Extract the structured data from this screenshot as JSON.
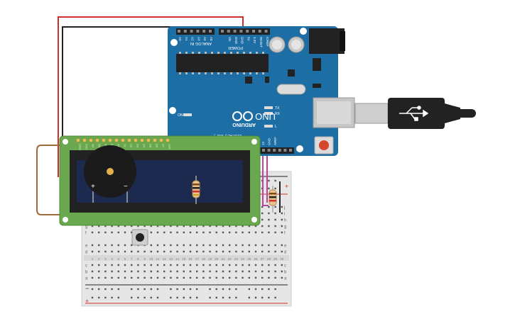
{
  "arduino": {
    "brand": "ARDUINO",
    "model": "UNO",
    "analog_header_label": "ANALOG IN",
    "analog_pins": [
      "A0",
      "A1",
      "A2",
      "A3",
      "A4",
      "A5"
    ],
    "power_header_label": "POWER",
    "power_pins": [
      "Vin",
      "GND",
      "GND",
      "5V",
      "3.3V",
      "RESET",
      "IOREF"
    ],
    "digital_header_label": "DIGITAL (PWM~)",
    "digital_pins_visible": [
      "13",
      "GND",
      "AREF"
    ],
    "on_led_label": "ON",
    "tx_label": "TX",
    "rx_label": "RX",
    "l_led_label": "L",
    "board_color": "#1e6ea6"
  },
  "lcd": {
    "pin_labels": [
      "GND",
      "VCC",
      "V0",
      "RS",
      "RW",
      "E",
      "D0",
      "D1",
      "D2",
      "D3",
      "D4",
      "D5",
      "D6",
      "D7",
      "LED"
    ],
    "pcb_color": "#6aa84f",
    "screen_color": "#1d2a4f"
  },
  "buzzer": {
    "plus_label": "+",
    "minus_label": "−"
  },
  "breadboard": {
    "rail_plus": "+",
    "rail_minus": "−",
    "row_letters_top": [
      "j",
      "i",
      "h",
      "g",
      "f"
    ],
    "row_letters_bottom": [
      "e",
      "d",
      "c",
      "b",
      "a"
    ],
    "column_numbers": [
      "1",
      "2",
      "3",
      "4",
      "5",
      "6",
      "7",
      "8",
      "9",
      "10",
      "11",
      "12",
      "13",
      "14",
      "15",
      "16",
      "17",
      "18",
      "19",
      "20",
      "21",
      "22",
      "23",
      "24",
      "25",
      "26",
      "27",
      "28",
      "29",
      "30"
    ]
  },
  "wires": {
    "red": "#d32f2f",
    "black": "#222222",
    "brown": "#9c6b3a",
    "magenta": "#c2419a"
  }
}
